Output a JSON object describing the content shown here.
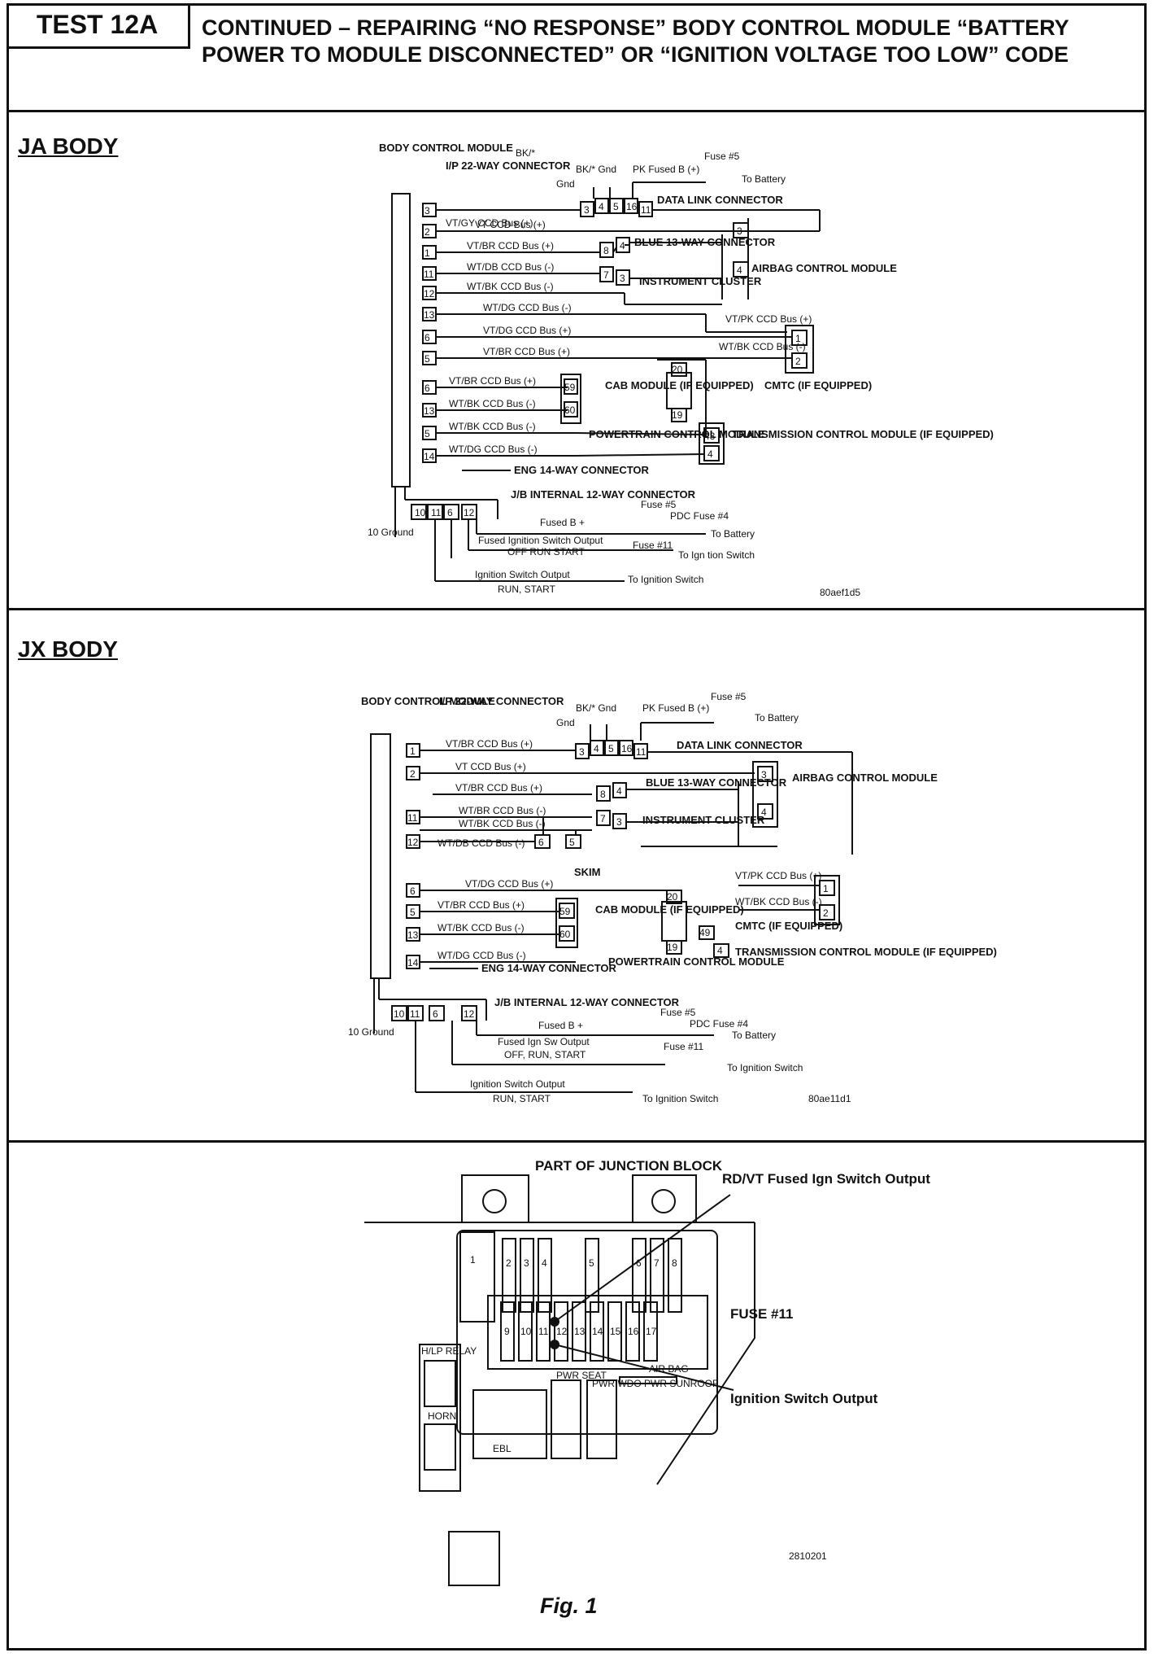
{
  "header": {
    "test_label": "TEST 12A",
    "title": "CONTINUED – REPAIRING “NO RESPONSE” BODY CONTROL MODULE “BATTERY POWER TO MODULE DISCONNECTED” OR “IGNITION VOLTAGE TOO LOW” CODE"
  },
  "ja": {
    "title": "JA BODY",
    "bcm": "BODY CONTROL MODULE",
    "ip": "I/P 22-WAY CONNECTOR",
    "dlc": "DATA LINK CONNECTOR",
    "blue13": "BLUE 13-WAY CONNECTOR",
    "cluster": "INSTRUMENT CLUSTER",
    "airbag": "AIRBAG CONTROL MODULE",
    "cab": "CAB MODULE (IF EQUIPPED)",
    "pcm": "POWERTRAIN CONTROL MODULE",
    "tcm": "TRANSMISSION CONTROL MODULE (IF EQUIPPED)",
    "cmtc": "CMTC (IF EQUIPPED)",
    "eng14": "ENG 14-WAY CONNECTOR",
    "jb": "J/B INTERNAL 12-WAY CONNECTOR",
    "bk1": "BK/* Gnd",
    "bk2": "BK/*",
    "pk": "PK Fused B (+)",
    "fuse5": "Fuse #5",
    "to_battery": "To Battery",
    "gnd": "Gnd",
    "fused_b": "Fused B +",
    "fuse_pdc": "Fuse #5",
    "pdc": "PDC Fuse #4",
    "fused_ign": "Fused Ignition Switch Output",
    "off_run": "OFF RUN START",
    "fuse11": "Fuse #11",
    "to_ign": "To Ign tion Switch",
    "ign_out": "Ignition Switch Output",
    "run_start": "RUN, START",
    "to_ign2": "To Ignition Switch",
    "ground": "10 Ground",
    "code": "80aef1d5",
    "wires": [
      "VT/GY CCD Bus (+)",
      "VT CCD Bus (+)",
      "VT/BR CCD Bus (+)",
      "WT/DB CCD Bus (-)",
      "WT/BK CCD Bus (-)",
      "WT/DG CCD Bus (-)",
      "VT/DG CCD Bus (+)",
      "VT/BR CCD Bus (+)",
      "VT/BR CCD Bus (+)",
      "WT/BK CCD Bus (-)",
      "WT/BK CCD Bus (-)",
      "WT/DG CCD Bus (-)"
    ],
    "bcm_pins": [
      "3",
      "2",
      "1",
      "11",
      "12",
      "13",
      "6",
      "5",
      "6",
      "13",
      "5",
      "14"
    ],
    "cmtc_w1": "VT/PK CCD Bus (+)",
    "cmtc_w2": "WT/BK CCD Bus (-)"
  },
  "jx": {
    "title": "JX BODY",
    "bcm": "BODY CONTROL MODULE",
    "ip": "I/P 22-WAY CONNECTOR",
    "dlc": "DATA LINK CONNECTOR",
    "blue13": "BLUE 13-WAY CONNECTOR",
    "cluster": "INSTRUMENT CLUSTER",
    "airbag": "AIRBAG CONTROL MODULE",
    "skim": "SKIM",
    "cab": "CAB MODULE (IF EQUIPPED)",
    "pcm": "POWERTRAIN CONTROL MODULE",
    "tcm": "TRANSMISSION CONTROL MODULE (IF EQUIPPED)",
    "cmtc": "CMTC (IF EQUIPPED)",
    "eng14": "ENG 14-WAY CONNECTOR",
    "jb": "J/B INTERNAL 12-WAY CONNECTOR",
    "bk": "BK/* Gnd",
    "gnd": "Gnd",
    "pk": "PK Fused B (+)",
    "fuse5": "Fuse #5",
    "to_battery": "To Battery",
    "fused_b": "Fused B +",
    "fuse_pdc": "Fuse #5",
    "pdc": "PDC Fuse #4",
    "fused_ign": "Fused Ign Sw Output",
    "off_run": "OFF, RUN, START",
    "fuse11": "Fuse #11",
    "to_ign": "To Ignition Switch",
    "ign_out": "Ignition Switch Output",
    "run_start": "RUN, START",
    "to_ign2": "To Ignition Switch",
    "ground": "10 Ground",
    "code": "80ae11d1",
    "wires": [
      "VT/BR CCD Bus (+)",
      "VT CCD Bus (+)",
      "VT/BR CCD Bus (+)",
      "WT/BR CCD Bus (-)",
      "WT/BK CCD Bus (-)",
      "WT/DB CCD Bus (-)",
      "VT/DG CCD Bus (+)",
      "VT/BR CCD Bus (+)",
      "WT/BK CCD Bus (-)",
      "WT/DG CCD Bus (-)"
    ],
    "cmtc_w1": "VT/PK CCD Bus (+)",
    "cmtc_w2": "WT/BK CCD Bus (-)"
  },
  "fuse_block": {
    "title": "PART OF JUNCTION BLOCK",
    "rdvt": "RD/VT Fused Ign Switch Output",
    "fuse": "FUSE #11",
    "ign": "Ignition Switch Output",
    "hlp": "H/LP RELAY",
    "horn": "HORN",
    "ebl": "EBL",
    "pwr_seat": "PWR SEAT",
    "pwr_wdo": "PWR WDO PWR SUNROOF",
    "air_bag": "AIR BAG",
    "code": "2810201",
    "fig": "Fig. 1"
  }
}
